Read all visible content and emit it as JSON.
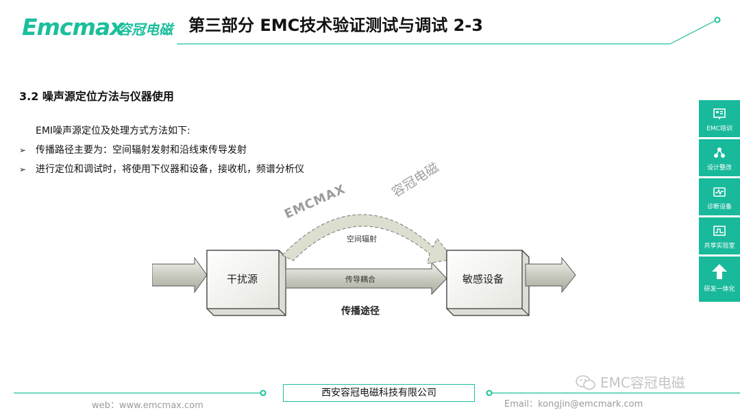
{
  "header": {
    "logo_text": "Emcmax",
    "logo_cn": "容冠电磁",
    "title": "第三部分 EMC技术验证测试与调试 2-3",
    "accent": "#1bbf9c"
  },
  "content": {
    "section_title": "3.2 噪声源定位方法与仪器使用",
    "intro": "EMI噪声源定位及处理方式方法如下:",
    "bullets": [
      "传播路径主要为：空间辐射发射和沿线束传导发射",
      "进行定位和调试时，将使用下仪器和设备，接收机，频谱分析仪"
    ]
  },
  "diagram": {
    "source_label": "干扰源",
    "victim_label": "敏感设备",
    "radiation_label": "空间辐射",
    "conduction_label": "传导耦合",
    "path_label": "传播途径",
    "watermark_en": "EMCMAX",
    "watermark_cn": "容冠电磁"
  },
  "sidebar": {
    "items": [
      {
        "label": "EMC培训",
        "icon": "training-icon"
      },
      {
        "label": "设计整改",
        "icon": "design-icon"
      },
      {
        "label": "诊断设备",
        "icon": "diagnosis-icon"
      },
      {
        "label": "共享实验室",
        "icon": "lab-icon"
      },
      {
        "label": "研发一体化",
        "icon": "arrow-up-icon"
      }
    ]
  },
  "footer": {
    "company": "西安容冠电磁科技有限公司",
    "web": "web：www.emcmax.com",
    "email": "Email：kongjin@emcmark.com",
    "brand": "EMC容冠电磁"
  }
}
